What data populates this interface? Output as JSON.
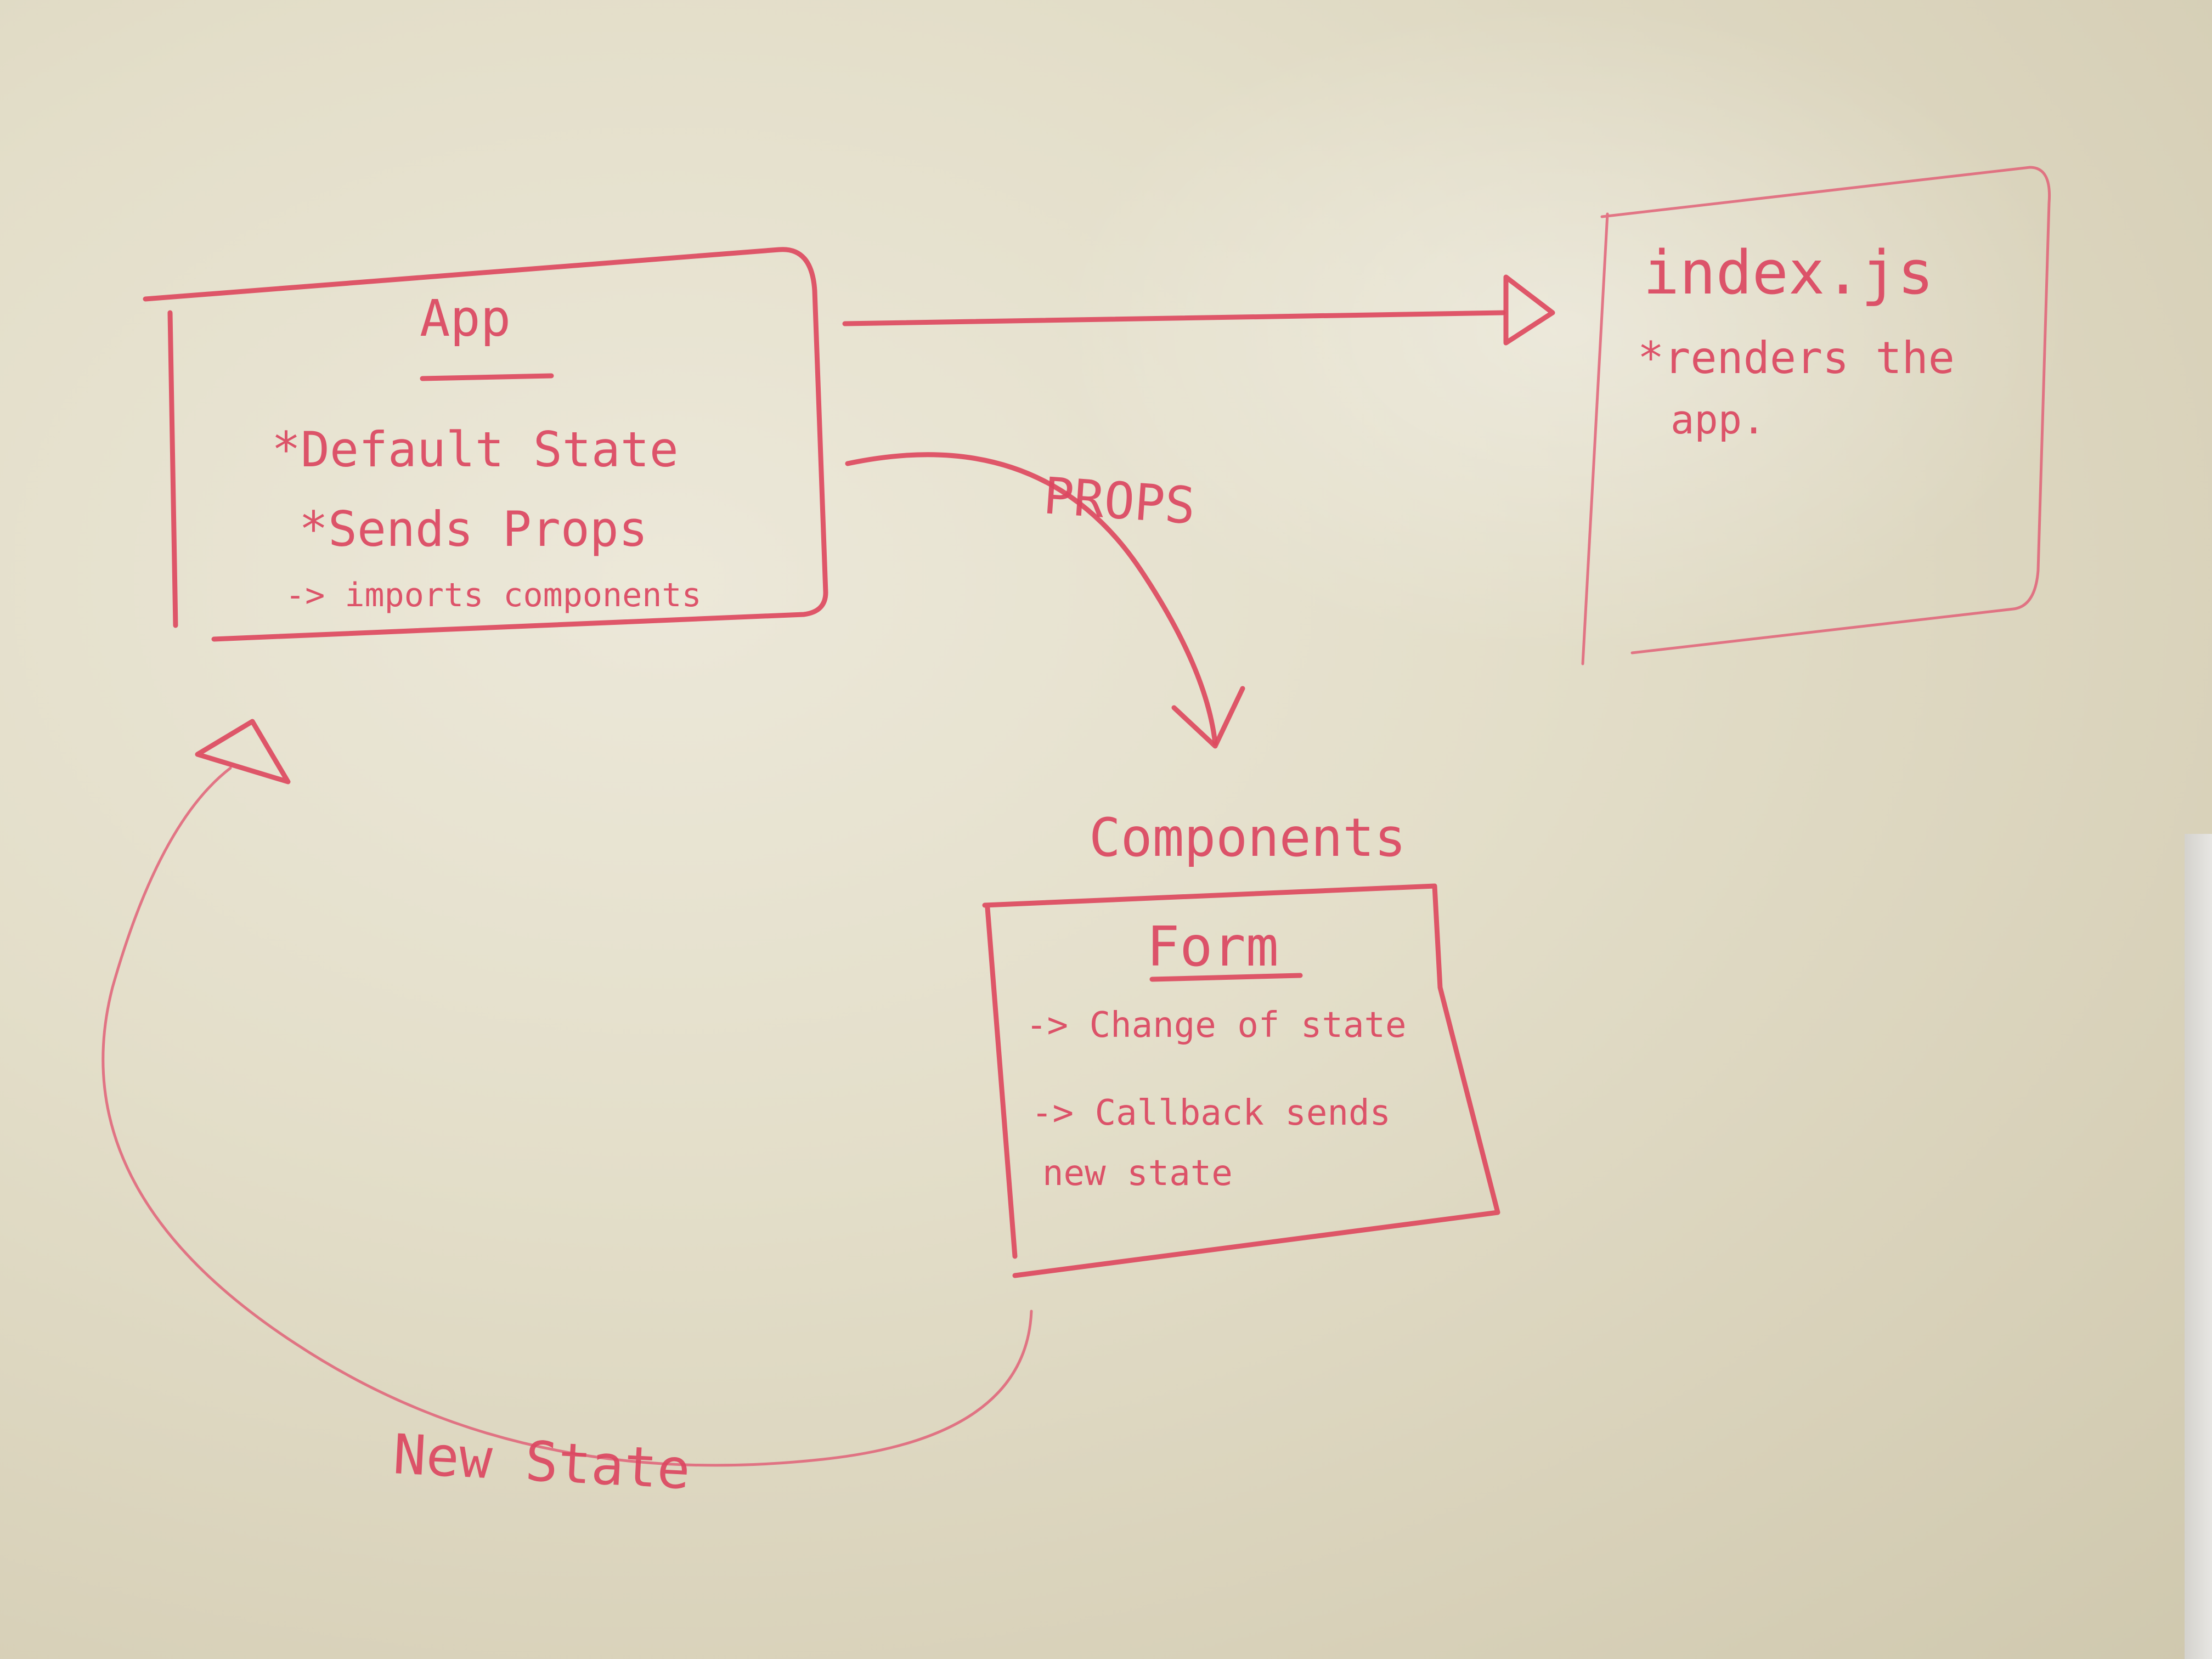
{
  "app_box": {
    "title": "App",
    "lines": [
      "*Default State",
      "*Sends Props",
      "-> imports components"
    ]
  },
  "index_box": {
    "title": "index.js",
    "lines": [
      "*renders the",
      "app."
    ]
  },
  "props_label": "PROPS",
  "components_label": "Components",
  "form_box": {
    "title": "Form",
    "lines": [
      "-> Change of state",
      "-> Callback sends",
      "new state"
    ]
  },
  "new_state_label": "New State",
  "colors": {
    "marker": "#dd4a60",
    "board": "#e3dec9"
  }
}
